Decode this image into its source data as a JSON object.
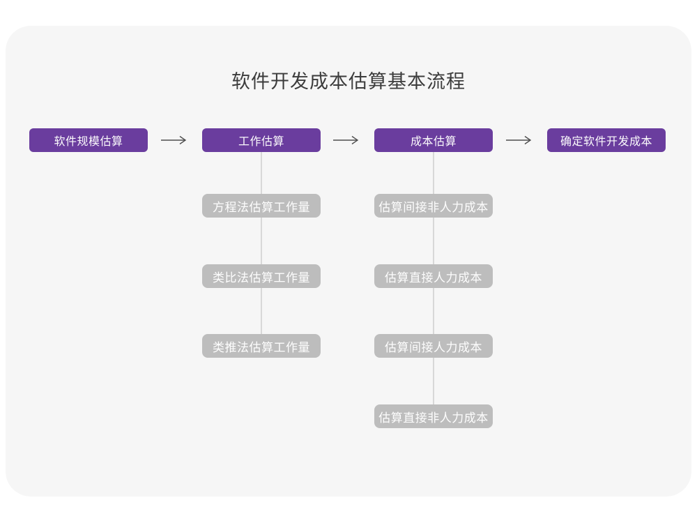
{
  "title": "软件开发成本估算基本流程",
  "colors": {
    "node_primary": "#6A3D9E",
    "node_secondary": "#BDBDBD",
    "card_background": "#F6F6F6",
    "connector_line": "#D8D8D8",
    "arrow": "#4D4D4D",
    "title_text": "#3C3C3C"
  },
  "main_flow": [
    {
      "label": "软件规模估算"
    },
    {
      "label": "工作估算"
    },
    {
      "label": "成本估算"
    },
    {
      "label": "确定软件开发成本"
    }
  ],
  "work_estimation_methods": [
    "方程法估算工作量",
    "类比法估算工作量",
    "类推法估算工作量"
  ],
  "cost_estimation_steps": [
    "估算间接非人力成本",
    "估算直接人力成本",
    "估算间接人力成本",
    "估算直接非人力成本"
  ]
}
